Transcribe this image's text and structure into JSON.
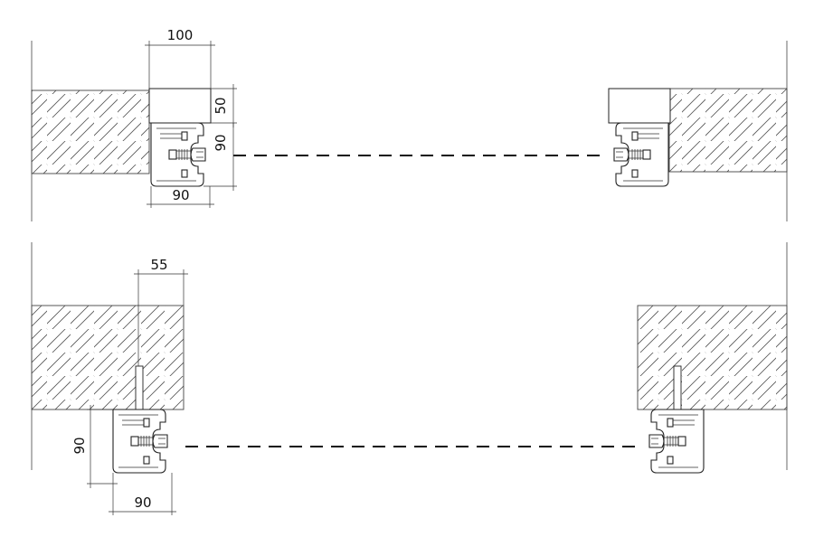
{
  "dimensions": {
    "top_width": "100",
    "top_height": "50",
    "top_bracket_height": "90",
    "top_bracket_width": "90",
    "bottom_offset": "55",
    "bottom_bracket_height": "90",
    "bottom_bracket_width": "90"
  },
  "colors": {
    "line": "#222222",
    "hatch": "#555555",
    "background": "#ffffff"
  }
}
